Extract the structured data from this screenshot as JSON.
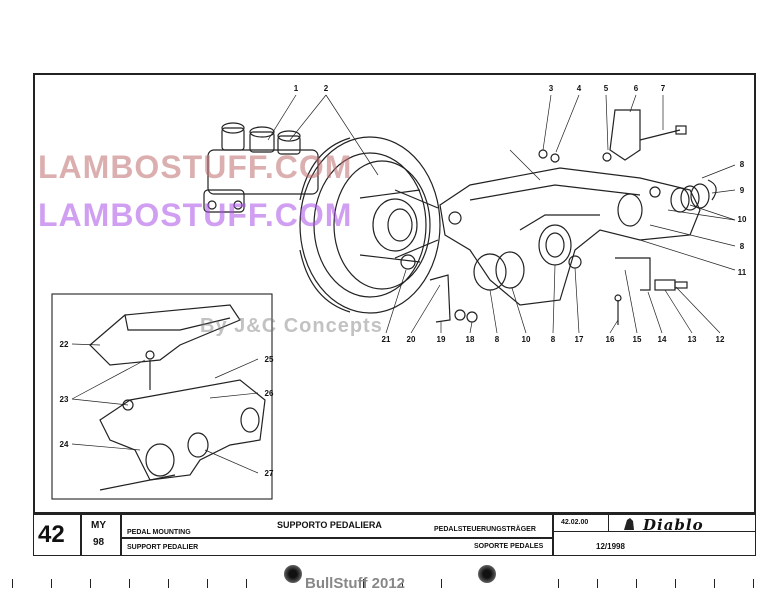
{
  "callouts": {
    "c1": "1",
    "c2": "2",
    "c3": "3",
    "c4": "4",
    "c5": "5",
    "c6": "6",
    "c7": "7",
    "c8a": "8",
    "c9": "9",
    "c10a": "10",
    "c8b": "8",
    "c11": "11",
    "c12": "12",
    "c13": "13",
    "c14": "14",
    "c15": "15",
    "c16": "16",
    "c17": "17",
    "c8c": "8",
    "c10b": "10",
    "c8d": "8",
    "c18": "18",
    "c19": "19",
    "c20": "20",
    "c21": "21",
    "c22": "22",
    "c23": "23",
    "c24": "24",
    "c25": "25",
    "c26": "26",
    "c27": "27"
  },
  "watermarks": {
    "top": "LAMBOSTUFF.COM",
    "middle": "LAMBOSTUFF.COM",
    "bottom": "By J&C Concepts"
  },
  "title_block": {
    "page_number": "42",
    "my_label": "MY",
    "year": "98",
    "title_en": "PEDAL MOUNTING",
    "title_fr": "SUPPORT PEDALIER",
    "title_it": "SUPPORTO PEDALIERA",
    "title_de": "PEDALSTEUERUNGSTRÄGER",
    "title_es": "SOPORTE PEDALES",
    "ref_code": "42.02.00",
    "date": "12/1998",
    "brand": "Diablo"
  },
  "footer": {
    "text": "BullStuff 2012"
  }
}
